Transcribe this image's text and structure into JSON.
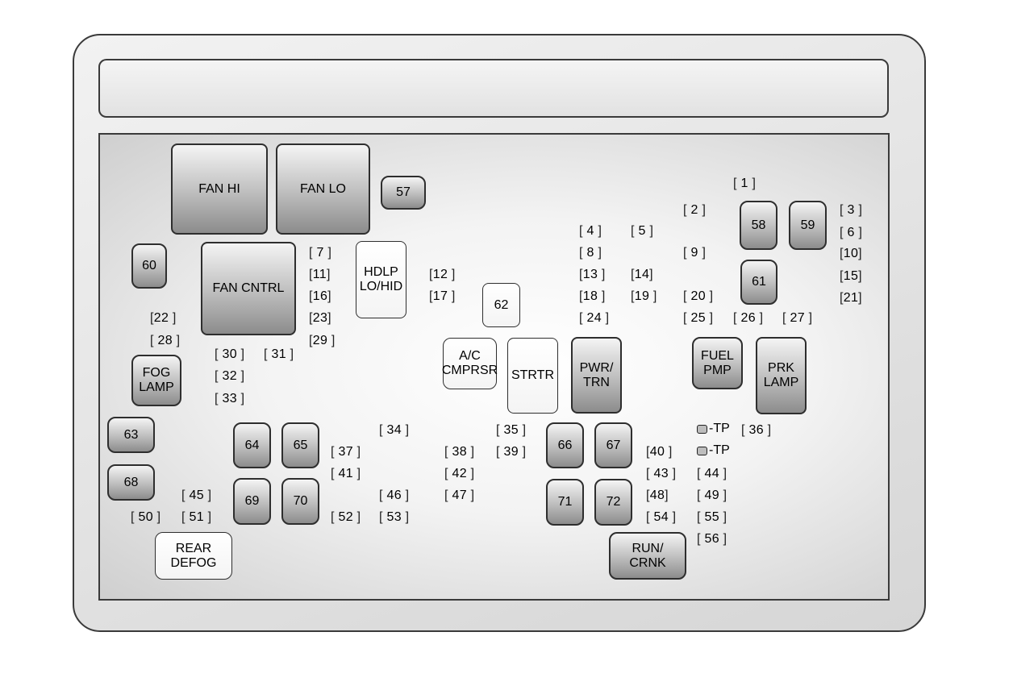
{
  "components": {
    "fan_hi": "FAN HI",
    "fan_lo": "FAN LO",
    "c57": "57",
    "c60": "60",
    "fan_cntrl": "FAN CNTRL",
    "hdlp": "HDLP\nLO/HID",
    "c62": "62",
    "ac_cmprsr": "A/C\nCMPRSR",
    "strtr": "STRTR",
    "pwr_trn": "PWR/\nTRN",
    "fuel_pmp": "FUEL\nPMP",
    "prk_lamp": "PRK\nLAMP",
    "c58": "58",
    "c59": "59",
    "c61": "61",
    "fog_lamp": "FOG\nLAMP",
    "c63": "63",
    "c68": "68",
    "c64": "64",
    "c65": "65",
    "c69": "69",
    "c70": "70",
    "c66": "66",
    "c67": "67",
    "c71": "71",
    "c72": "72",
    "rear_defog": "REAR\nDEFOG",
    "run_crnk": "RUN/\nCRNK"
  },
  "fuses": {
    "f1": "1",
    "f2": "2",
    "f3": "3",
    "f4": "4",
    "f5": "5",
    "f6": "6",
    "f7": "7",
    "f8": "8",
    "f9": "9",
    "f10": "10",
    "f11": "11",
    "f12": "12",
    "f13": "13",
    "f14": "14",
    "f15": "15",
    "f16": "16",
    "f17": "17",
    "f18": "18",
    "f19": "19",
    "f20": "20",
    "f21": "21",
    "f22": "22",
    "f23": "23",
    "f24": "24",
    "f25": "25",
    "f26": "26",
    "f27": "27",
    "f28": "28",
    "f29": "29",
    "f30": "30",
    "f31": "31",
    "f32": "32",
    "f33": "33",
    "f34": "34",
    "f35": "35",
    "f36": "36",
    "f37": "37",
    "f38": "38",
    "f39": "39",
    "f40": "40",
    "f41": "41",
    "f42": "42",
    "f43": "43",
    "f44": "44",
    "f45": "45",
    "f46": "46",
    "f47": "47",
    "f48": "48",
    "f49": "49",
    "f50": "50",
    "f51": "51",
    "f52": "52",
    "f53": "53",
    "f54": "54",
    "f55": "55",
    "f56": "56"
  },
  "test_points": {
    "tp1": "-TP",
    "tp2": "-TP"
  }
}
